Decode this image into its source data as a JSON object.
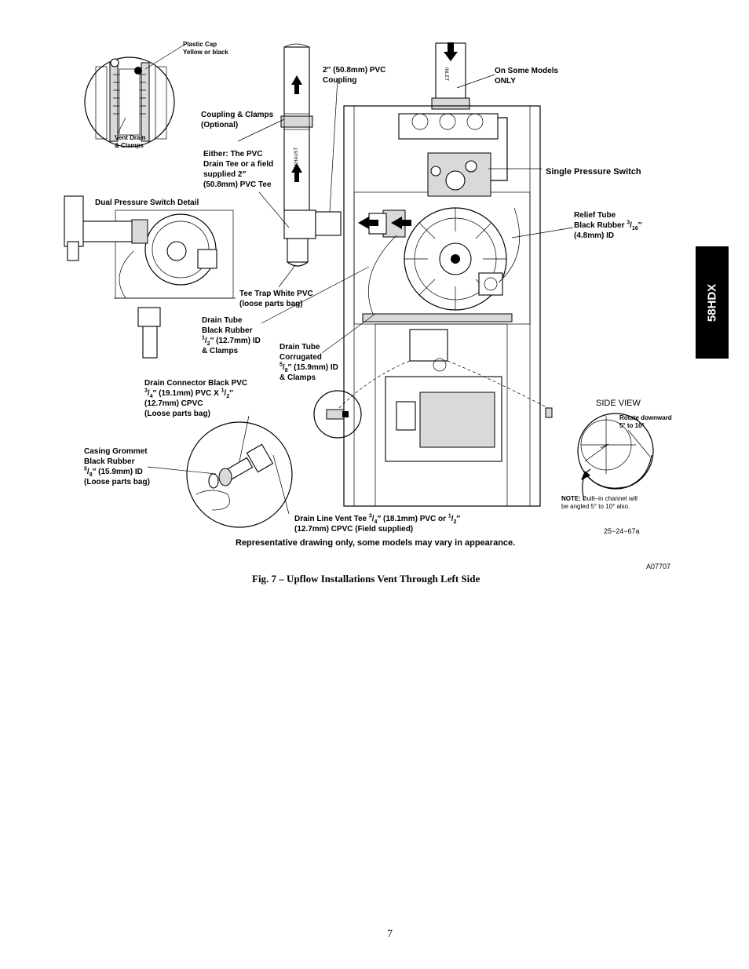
{
  "side_tab": "58HDX",
  "labels": {
    "plastic_cap": [
      "Plastic  Cap",
      "Yellow or black"
    ],
    "vent_drain": [
      "Vent Drain",
      "& Clamps"
    ],
    "pvc_coupling": [
      "2″ (50.8mm) PVC",
      "Coupling"
    ],
    "on_some_models": [
      "On Some Models",
      "ONLY"
    ],
    "coupling_clamps": [
      "Coupling & Clamps",
      "(Optional)"
    ],
    "either_tee": [
      "Either: The PVC",
      "Drain Tee or a field",
      "supplied 2″",
      "(50.8mm) PVC Tee"
    ],
    "single_pressure": "Single Pressure Switch",
    "dual_pressure": "Dual Pressure Switch  Detail",
    "relief_tube_l1": "Relief Tube",
    "relief_tube_l2_pre": "Black Rubber ",
    "relief_tube_num": "3",
    "relief_tube_den": "16",
    "relief_tube_l2_post": "″",
    "relief_tube_l3": "(4.8mm) ID",
    "tee_trap": [
      "Tee Trap White  PVC",
      "(loose parts bag)"
    ],
    "drain_tube_black_l1": "Drain Tube",
    "drain_tube_black_l2": "Black Rubber",
    "drain_tube_black_num": "1",
    "drain_tube_black_den": "2",
    "drain_tube_black_l3_post": "″ (12.7mm) ID",
    "drain_tube_black_l4": "& Clamps",
    "drain_tube_corr_l1": "Drain Tube",
    "drain_tube_corr_l2": "Corrugated",
    "drain_tube_corr_num": "5",
    "drain_tube_corr_den": "8",
    "drain_tube_corr_l3_post": "″ (15.9mm) ID",
    "drain_tube_corr_l4": "& Clamps",
    "drain_connector_l1": "Drain Connector Black PVC",
    "drain_connector_num1": "3",
    "drain_connector_den1": "4",
    "drain_connector_mid": "″ (19.1mm) PVC X ",
    "drain_connector_num2": "1",
    "drain_connector_den2": "2",
    "drain_connector_end": "″",
    "drain_connector_l3": "(12.7mm) CPVC",
    "drain_connector_l4": "(Loose parts bag)",
    "side_view": "SIDE VIEW",
    "rotate_downward": [
      "Rotate downward",
      "5° to 10°"
    ],
    "casing_grommet_l1": "Casing Grommet",
    "casing_grommet_l2": "Black Rubber",
    "casing_grommet_num": "5",
    "casing_grommet_den": "8",
    "casing_grommet_l3_post": "″ (15.9mm) ID",
    "casing_grommet_l4": "(Loose parts bag)",
    "note_bold": "NOTE:",
    "note_text_l1": " Built–in channel will",
    "note_text_l2": "be angled 5° to 10°  also.",
    "drain_line_pre": "Drain Line Vent Tee ",
    "drain_line_num1": "3",
    "drain_line_den1": "4",
    "drain_line_mid": "″ (18.1mm) PVC or ",
    "drain_line_num2": "1",
    "drain_line_den2": "2",
    "drain_line_end": "″",
    "drain_line_l2": "(12.7mm) CPVC (Field supplied)",
    "ref_code": "25−24−67a",
    "representative": "Representative drawing only, some models may vary in appearance.",
    "figure_id": "A07707",
    "exhaust": "EXHAUST",
    "inlet": "INLET"
  },
  "caption": "Fig. 7 –  Upflow Installations Vent Through Left Side",
  "page_number": "7"
}
